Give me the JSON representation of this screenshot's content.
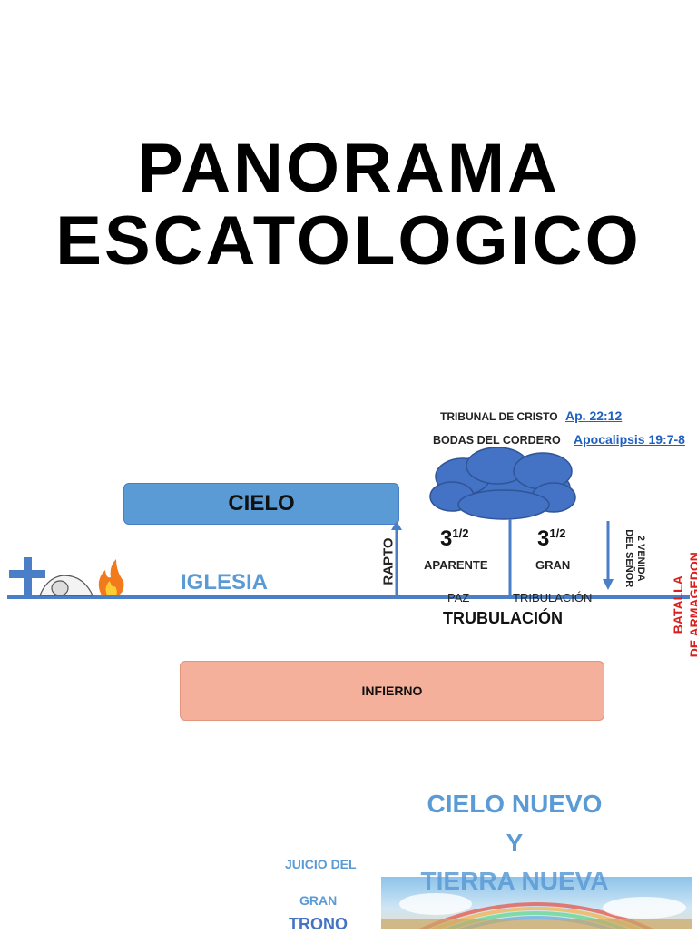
{
  "title": {
    "line1": "PANORAMA",
    "line2": "ESCATOLOGICO"
  },
  "diagram": {
    "cielo": "CIELO",
    "infierno": "INFIERNO",
    "iglesia": "IGLESIA",
    "rapto": "RAPTO",
    "tribunal": "TRIBUNAL DE CRISTO",
    "tribunal_ref": "Ap. 22:12",
    "bodas": "BODAS DEL CORDERO",
    "bodas_ref": "Apocalipsis 19:7-8",
    "period1": {
      "num": "3",
      "sup": "1/2",
      "label": "APARENTE",
      "label2": "PAZ"
    },
    "period2": {
      "num": "3",
      "sup": "1/2",
      "label": "GRAN",
      "label2": "TRIBULACIÓN"
    },
    "trubulacion": "TRUBULACIÓN",
    "segunda_venida": "2 VENIDA\nDEL SEÑOR",
    "batalla": "BATALLA\nDE ARMAGEDON"
  },
  "bottom": {
    "cielo_nuevo": "CIELO NUEVO",
    "y": "Y",
    "tierra_nueva": "TIERRA NUEVA",
    "juicio1": "JUICIO DEL",
    "juicio2": "GRAN",
    "juicio3": "TRONO"
  },
  "colors": {
    "accent_blue": "#4a7ec7",
    "cielo_fill": "#5b9bd5",
    "infierno_fill": "#f4b09a",
    "red": "#d9201e",
    "link": "#1f5fbf"
  }
}
